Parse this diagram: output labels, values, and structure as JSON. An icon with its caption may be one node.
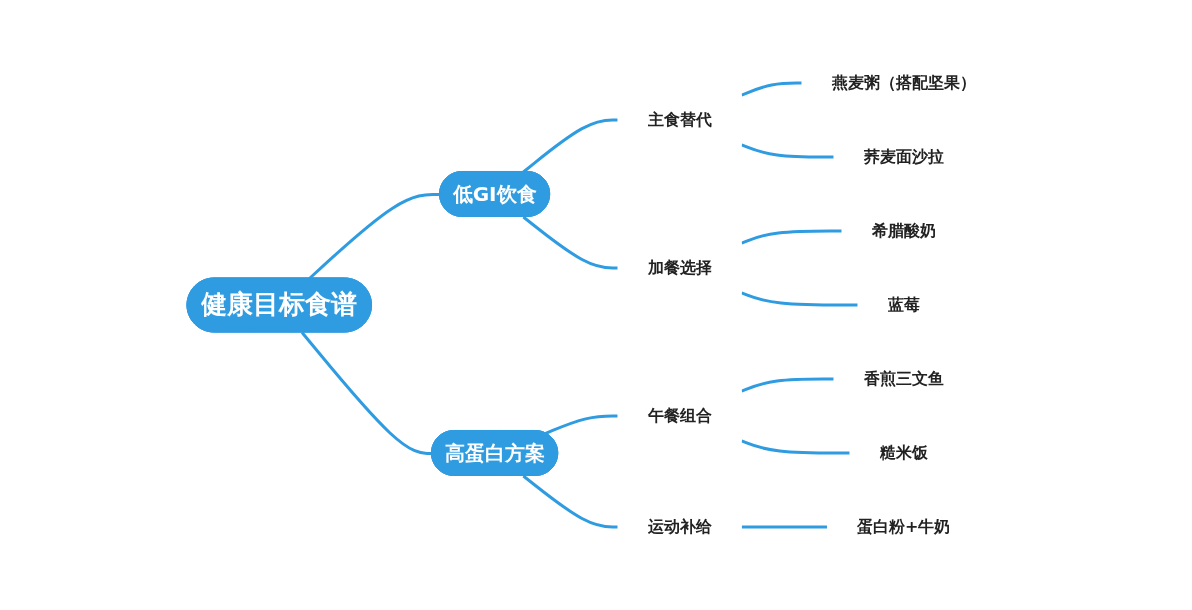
{
  "diagram": {
    "nodes": [
      {
        "text": [
          "健康目标食谱"
        ]
      },
      {
        "text": [
          "低GI饮食"
        ]
      },
      {
        "text": [
          "主食替代"
        ]
      },
      {
        "text": [
          "燕麦粥（搭配坚果）"
        ]
      },
      {
        "text": [
          "荞麦面沙拉"
        ]
      },
      {
        "text": [
          "加餐选择"
        ]
      },
      {
        "text": [
          "希腊酸奶"
        ]
      },
      {
        "text": [
          "蓝莓"
        ]
      },
      {
        "text": [
          "高蛋白方案"
        ]
      },
      {
        "text": [
          "午餐组合"
        ]
      },
      {
        "text": [
          "香煎三文鱼"
        ]
      },
      {
        "text": [
          "糙米饭"
        ]
      },
      {
        "text": [
          "运动补给"
        ]
      },
      {
        "text": [
          "蛋白粉+牛奶"
        ]
      }
    ],
    "edges": [
      {
        "from": 0,
        "to": 1,
        "arrow": "none"
      },
      {
        "from": 1,
        "to": 2,
        "arrow": "none"
      },
      {
        "from": 2,
        "to": 3,
        "arrow": "none"
      },
      {
        "from": 2,
        "to": 4,
        "arrow": "none"
      },
      {
        "from": 1,
        "to": 5,
        "arrow": "none"
      },
      {
        "from": 5,
        "to": 6,
        "arrow": "none"
      },
      {
        "from": 5,
        "to": 7,
        "arrow": "none"
      },
      {
        "from": 0,
        "to": 8,
        "arrow": "none"
      },
      {
        "from": 8,
        "to": 9,
        "arrow": "none"
      },
      {
        "from": 9,
        "to": 10,
        "arrow": "none"
      },
      {
        "from": 9,
        "to": 11,
        "arrow": "none"
      },
      {
        "from": 8,
        "to": 12,
        "arrow": "none"
      },
      {
        "from": 12,
        "to": 13,
        "arrow": "none"
      }
    ]
  }
}
